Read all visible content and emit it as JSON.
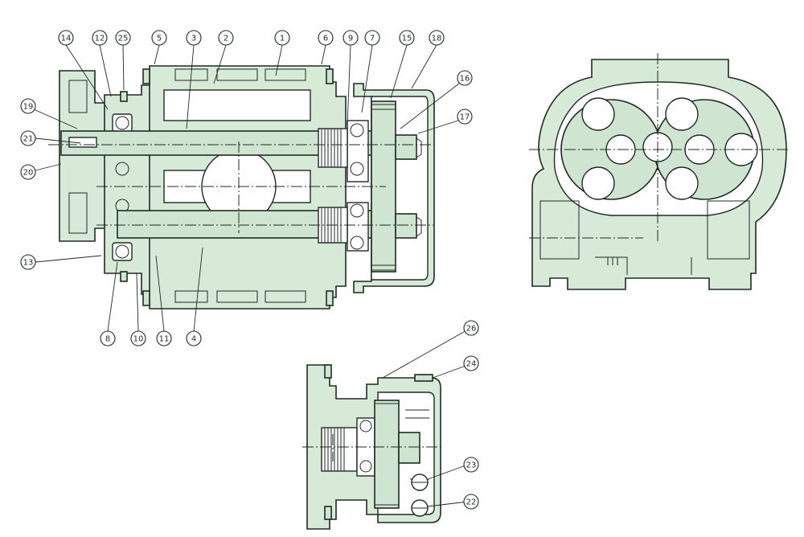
{
  "labels": [
    {
      "id": "c1",
      "text": "1"
    },
    {
      "id": "c2",
      "text": "2"
    },
    {
      "id": "c3",
      "text": "3"
    },
    {
      "id": "c4",
      "text": "4"
    },
    {
      "id": "c5",
      "text": "5"
    },
    {
      "id": "c6",
      "text": "6"
    },
    {
      "id": "c7",
      "text": "7"
    },
    {
      "id": "c8",
      "text": "8"
    },
    {
      "id": "c9",
      "text": "9"
    },
    {
      "id": "c10",
      "text": "10"
    },
    {
      "id": "c11",
      "text": "11"
    },
    {
      "id": "c12",
      "text": "12"
    },
    {
      "id": "c13",
      "text": "13"
    },
    {
      "id": "c14",
      "text": "14"
    },
    {
      "id": "c15",
      "text": "15"
    },
    {
      "id": "c16",
      "text": "16"
    },
    {
      "id": "c17",
      "text": "17"
    },
    {
      "id": "c18",
      "text": "18"
    },
    {
      "id": "c19",
      "text": "19"
    },
    {
      "id": "c20",
      "text": "20"
    },
    {
      "id": "c21",
      "text": "21"
    },
    {
      "id": "c22",
      "text": "22"
    },
    {
      "id": "c23",
      "text": "23"
    },
    {
      "id": "c24",
      "text": "24"
    },
    {
      "id": "c25",
      "text": "25"
    },
    {
      "id": "c26",
      "text": "26"
    }
  ],
  "colors": {
    "body_fill": "#d7ead8",
    "outline": "#1f2a24",
    "background": "#ffffff"
  }
}
